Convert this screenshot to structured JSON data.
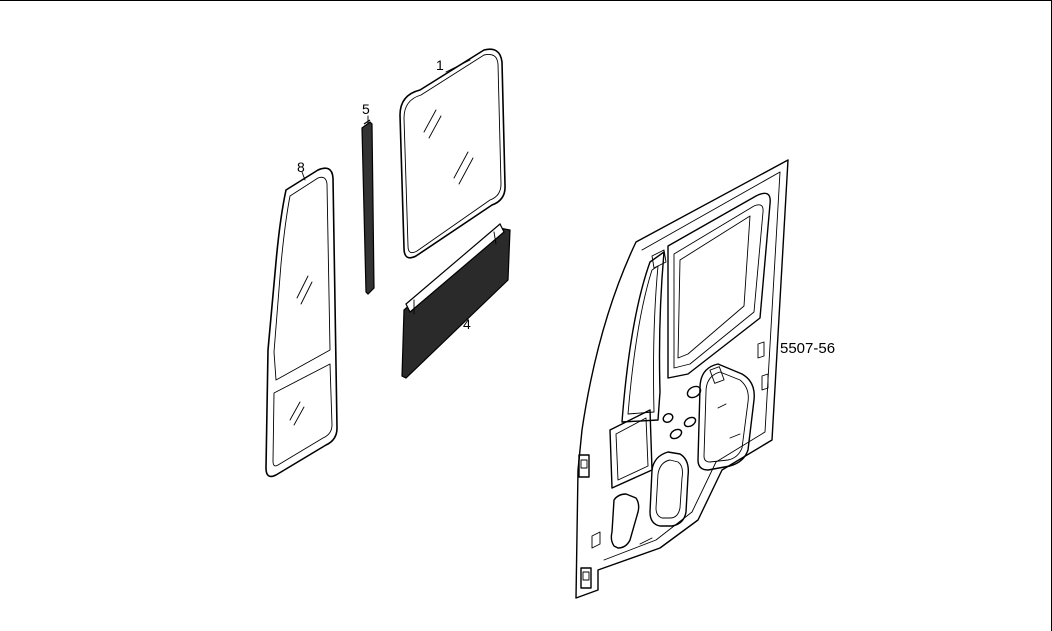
{
  "callouts": {
    "glass_main": "1",
    "strip": "5",
    "quarter_glass": "8",
    "seal": "4"
  },
  "reference": "5507-56",
  "colors": {
    "line": "#000000",
    "background": "#ffffff"
  }
}
